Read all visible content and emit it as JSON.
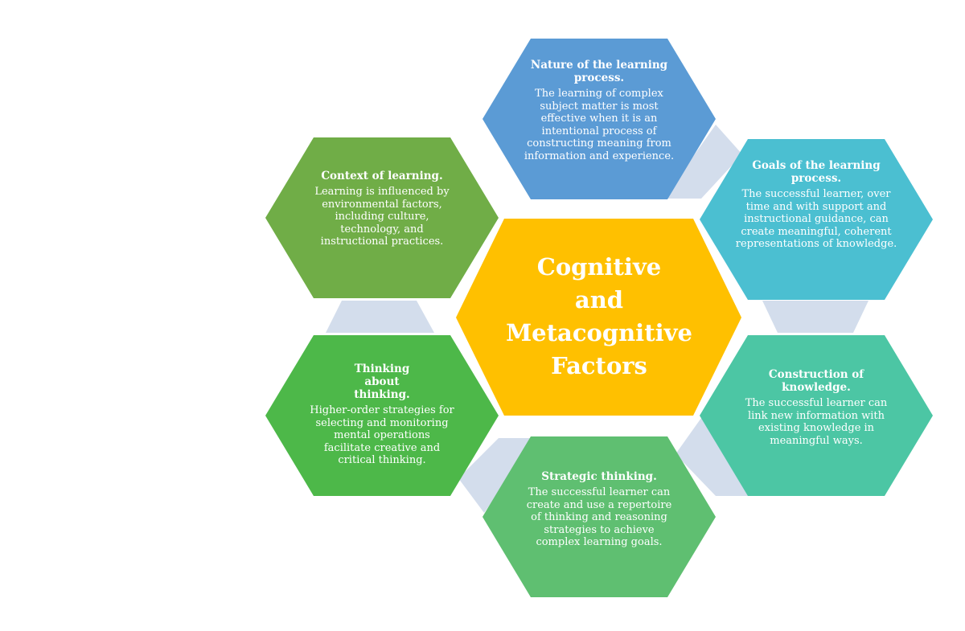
{
  "center": {
    "title_lines": [
      "Cognitive",
      "and",
      "Metacognitive",
      "Factors"
    ],
    "color": "#FFC000"
  },
  "hexagons": [
    {
      "id": "nature",
      "title": "Nature of the learning process.",
      "body": "The learning of complex subject matter is most effective when it is an intentional process of constructing meaning from information and experience.",
      "color": "#5B9BD5"
    },
    {
      "id": "goals",
      "title": "Goals of the learning process.",
      "body": "The successful learner, over time and with support and instructional guidance, can create meaningful, coherent representations of knowledge.",
      "color": "#4BBFD1"
    },
    {
      "id": "construction",
      "title": "Construction of knowledge.",
      "body": "The successful learner can link new information with existing knowledge in meaningful ways.",
      "color": "#4CC6A4"
    },
    {
      "id": "strategic",
      "title": "Strategic thinking.",
      "body": "The successful learner can create and use a repertoire of thinking and reasoning strategies to achieve complex learning goals.",
      "color": "#5FBF71"
    },
    {
      "id": "thinking",
      "title": "Thinking about thinking.",
      "body": "Higher-order strategies for selecting and monitoring mental operations facilitate creative and critical thinking.",
      "color": "#4DB849"
    },
    {
      "id": "context",
      "title": "Context of learning.",
      "body": "Learning is influenced by environmental factors, including culture, technology, and instructional practices.",
      "color": "#70AD47"
    }
  ],
  "connector_color": "#D3DDEC"
}
